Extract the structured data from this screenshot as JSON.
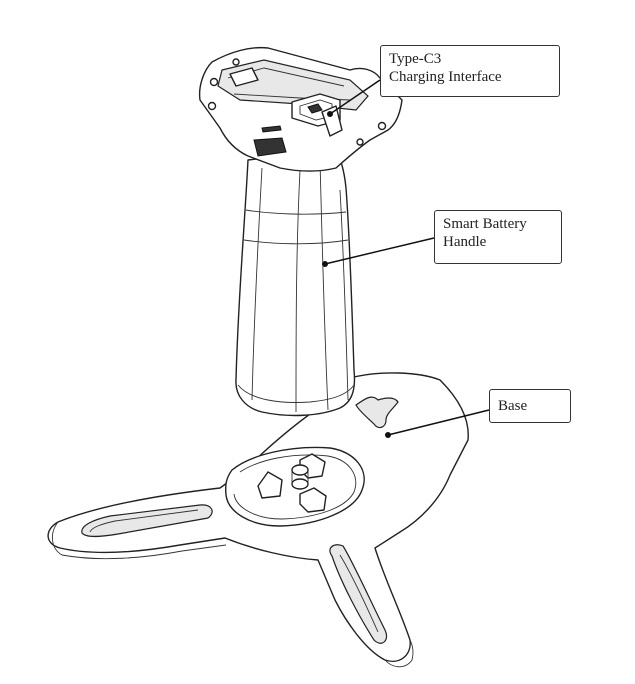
{
  "labels": {
    "type_c": [
      "Type-C3",
      "Charging Interface"
    ],
    "handle": [
      "Smart Battery",
      "Handle"
    ],
    "base": [
      "Base"
    ]
  },
  "colors": {
    "line": "#222222",
    "background": "#ffffff"
  }
}
